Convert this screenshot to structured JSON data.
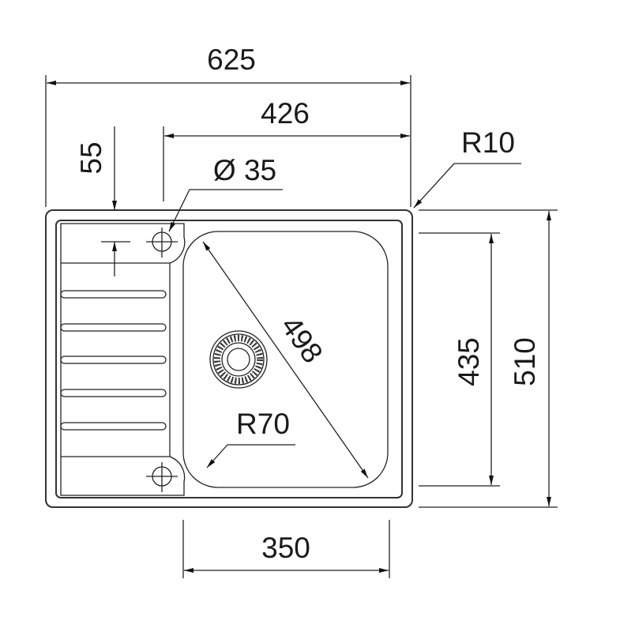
{
  "title": "Sink dimension drawing",
  "dimensions": {
    "overall_width": "625",
    "right_width": "426",
    "tap_offset": "55",
    "tap_hole": "Ø 35",
    "corner_radius": "R10",
    "bowl_diagonal": "498",
    "bowl_radius": "R70",
    "bowl_depth": "435",
    "overall_depth": "510",
    "bowl_width": "350"
  }
}
